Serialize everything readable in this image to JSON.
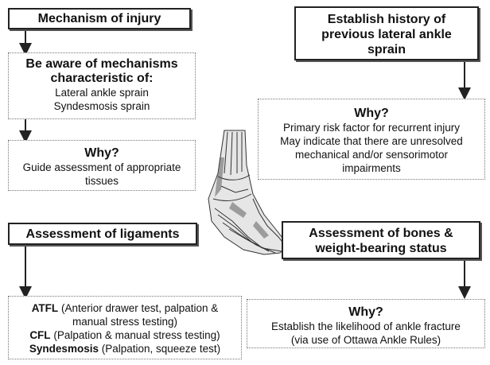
{
  "mechanism": {
    "title": "Mechanism of injury",
    "aware_title": "Be aware of mechanisms characteristic of:",
    "items": [
      "Lateral ankle sprain",
      "Syndesmosis sprain"
    ],
    "why_title": "Why?",
    "why_text": "Guide assessment of appropriate tissues"
  },
  "history": {
    "title": "Establish history of previous lateral ankle sprain",
    "why_title": "Why?",
    "why_lines": [
      "Primary risk factor for recurrent injury",
      "May indicate that there are unresolved",
      "mechanical and/or sensorimotor",
      "impairments"
    ]
  },
  "ligaments": {
    "title": "Assessment of ligaments",
    "items": [
      {
        "name": "ATFL",
        "detail": "(Anterior drawer test, palpation &",
        "detail2": "manual stress testing)"
      },
      {
        "name": "CFL",
        "detail": "(Palpation & manual stress testing)"
      },
      {
        "name": "Syndesmosis",
        "detail": "(Palpation, squeeze test)"
      }
    ]
  },
  "bones": {
    "title": "Assessment of bones & weight-bearing status",
    "why_title": "Why?",
    "why_lines": [
      "Establish the likelihood of ankle fracture",
      "(via use of Ottawa Ankle Rules)"
    ]
  }
}
